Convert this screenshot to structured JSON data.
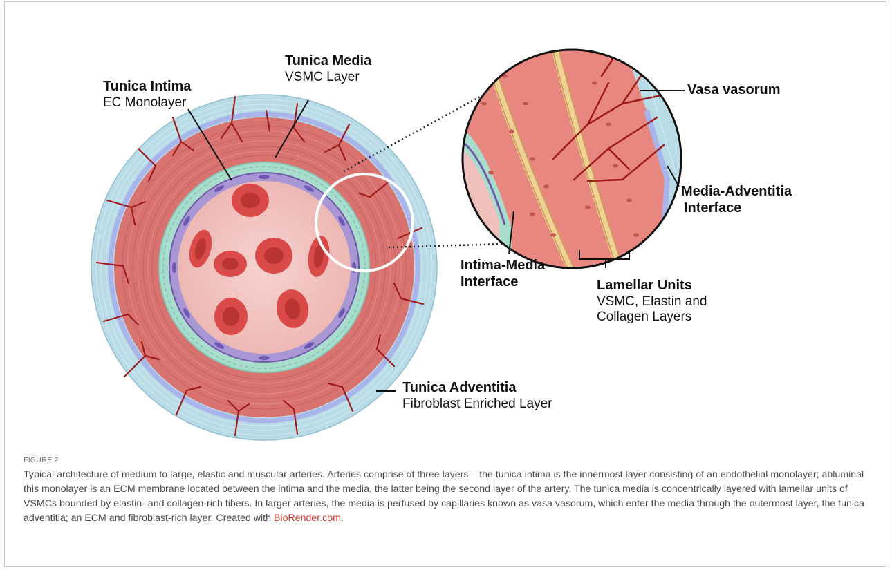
{
  "labels": {
    "intima": {
      "title": "Tunica Intima",
      "sub": "EC Monolayer"
    },
    "media": {
      "title": "Tunica Media",
      "sub": "VSMC Layer"
    },
    "adventitia": {
      "title": "Tunica Adventitia",
      "sub": "Fibroblast Enriched Layer"
    },
    "vasa": {
      "title": "Vasa vasorum"
    },
    "media_adventitia": {
      "line1": "Media-Adventitia",
      "line2": "Interface"
    },
    "intima_media": {
      "line1": "Intima-Media",
      "line2": "Interface"
    },
    "lamellar": {
      "title": "Lamellar Units",
      "sub1": "VSMC, Elastin and",
      "sub2": "Collagen Layers"
    }
  },
  "caption": {
    "figure_label": "FIGURE 2",
    "text": "Typical architecture of medium to large, elastic and muscular arteries. Arteries comprise of three layers – the tunica intima is the innermost layer consisting of an endothelial monolayer; abluminal this monolayer is an ECM membrane located between the intima and the media, the latter being the second layer of the artery. The tunica media is concentrically layered with lamellar units of VSMCs bounded by elastin- and collagen-rich fibers. In larger arteries, the media is perfused by capillaries known as vasa vasorum, which enter the media through the outermost layer, the tunica adventitia; an ECM and fibroblast-rich layer. Created with ",
    "link": "BioRender.com",
    "end": "."
  },
  "colors": {
    "adventitia": "#b9dbe6",
    "elastic_band": "#a8b4ea",
    "media": "#d9736f",
    "intima_ring": "#a8dccd",
    "endothelium": "#a996d4",
    "lumen": "#f0c0bd",
    "rbc": "#d94a48",
    "vessel": "#9e1b1b",
    "collagen": "#efd196"
  }
}
